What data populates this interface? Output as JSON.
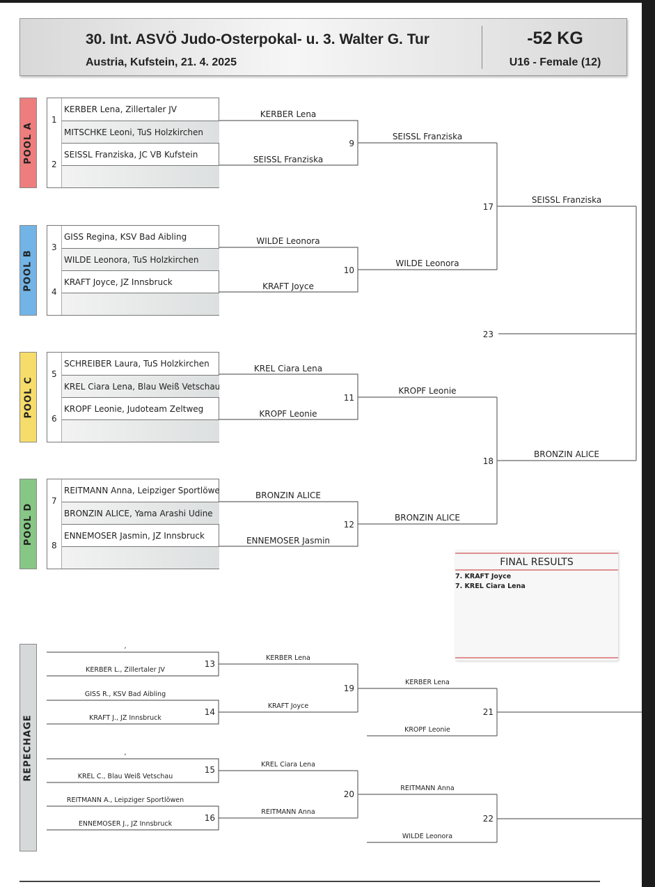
{
  "header": {
    "title": "30. Int. ASVÖ Judo-Osterpokal- u. 3. Walter G. Tur",
    "subtitle": "Austria, Kufstein, 21. 4. 2025",
    "weight": "-52 KG",
    "category": "U16 - Female (12)"
  },
  "pools": [
    {
      "label": "POOL A",
      "color": "#ee7d7d",
      "fights": [
        {
          "num": "1",
          "a": "KERBER Lena, Zillertaler JV",
          "b": "MITSCHKE Leoni, TuS Holzkirchen"
        },
        {
          "num": "2",
          "a": "SEISSL Franziska, JC VB Kufstein",
          "b": ""
        }
      ]
    },
    {
      "label": "POOL B",
      "color": "#72b4e6",
      "fights": [
        {
          "num": "3",
          "a": "GISS Regina, KSV Bad Aibling",
          "b": "WILDE Leonora, TuS Holzkirchen"
        },
        {
          "num": "4",
          "a": "KRAFT Joyce, JZ Innsbruck",
          "b": ""
        }
      ]
    },
    {
      "label": "POOL C",
      "color": "#f6dc6a",
      "fights": [
        {
          "num": "5",
          "a": "SCHREIBER Laura, TuS Holzkirchen",
          "b": "KREL Ciara Lena, Blau Weiß Vetschau"
        },
        {
          "num": "6",
          "a": "KROPF Leonie, Judoteam Zeltweg",
          "b": ""
        }
      ]
    },
    {
      "label": "POOL D",
      "color": "#86c786",
      "fights": [
        {
          "num": "7",
          "a": "REITMANN Anna, Leipziger Sportlöwen",
          "b": "BRONZIN ALICE, Yama Arashi Udine"
        },
        {
          "num": "8",
          "a": "ENNEMOSER Jasmin, JZ Innsbruck",
          "b": ""
        }
      ]
    }
  ],
  "round2": [
    "KERBER Lena",
    "SEISSL Franziska",
    "WILDE Leonora",
    "KRAFT Joyce",
    "KREL Ciara Lena",
    "KROPF Leonie",
    "BRONZIN ALICE",
    "ENNEMOSER Jasmin"
  ],
  "round3": [
    "SEISSL Franziska",
    "WILDE Leonora",
    "KROPF Leonie",
    "BRONZIN ALICE"
  ],
  "round4": [
    "SEISSL Franziska",
    "BRONZIN ALICE"
  ],
  "match_numbers": {
    "m9": "9",
    "m10": "10",
    "m11": "11",
    "m12": "12",
    "m17": "17",
    "m18": "18",
    "m23": "23",
    "m13": "13",
    "m14": "14",
    "m15": "15",
    "m16": "16",
    "m19": "19",
    "m20": "20",
    "m21": "21",
    "m22": "22"
  },
  "repechage": {
    "label": "REPECHAGE",
    "r1": [
      ",",
      "KERBER L., Zillertaler JV",
      "GISS R., KSV Bad Aibling",
      "KRAFT J., JZ Innsbruck",
      ",",
      "KREL C., Blau Weiß Vetschau",
      "REITMANN A., Leipziger Sportlöwen",
      "ENNEMOSER J., JZ Innsbruck"
    ],
    "r2": [
      "KERBER Lena",
      "KRAFT Joyce",
      "KREL Ciara Lena",
      "REITMANN Anna"
    ],
    "r3": [
      "KERBER Lena",
      "KROPF Leonie",
      "REITMANN Anna",
      "WILDE Leonora"
    ]
  },
  "final_results": {
    "title": "FINAL RESULTS",
    "entries": [
      "7. KRAFT Joyce",
      "7. KREL Ciara Lena"
    ]
  }
}
